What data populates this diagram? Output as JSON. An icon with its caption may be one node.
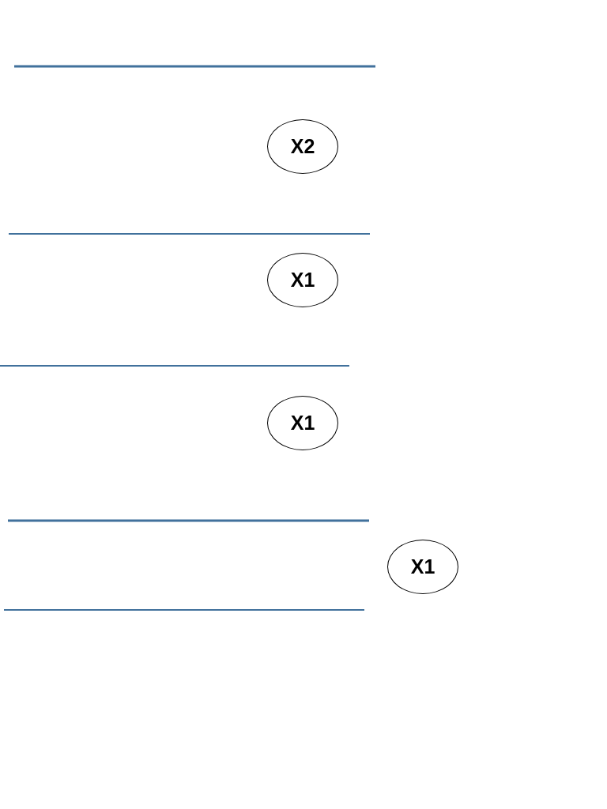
{
  "diagram": {
    "nodes": [
      {
        "text": [
          "X2"
        ]
      },
      {
        "text": [
          "X1"
        ]
      },
      {
        "text": [
          "X1"
        ]
      },
      {
        "text": [
          "X1"
        ]
      }
    ]
  }
}
